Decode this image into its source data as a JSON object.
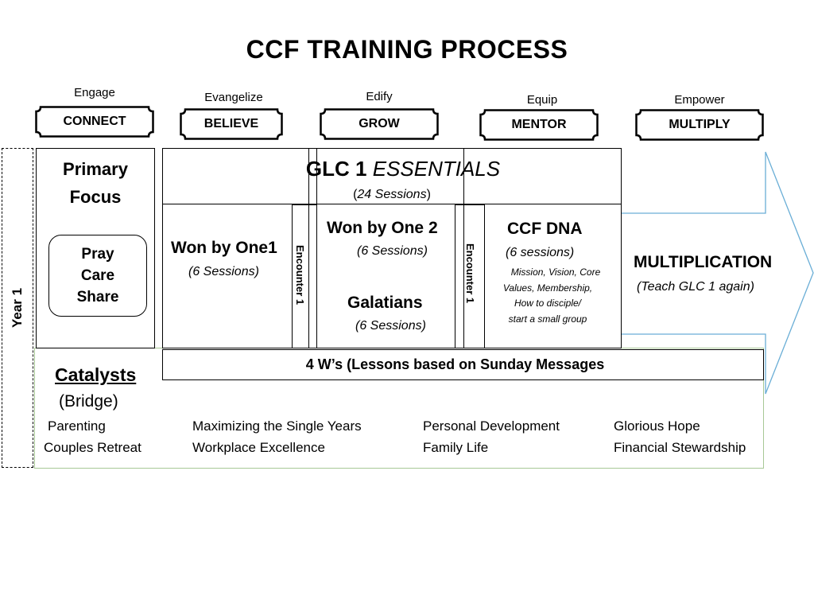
{
  "title": "CCF TRAINING PROCESS",
  "stages": [
    {
      "label": "Engage",
      "box": "CONNECT"
    },
    {
      "label": "Evangelize",
      "box": "BELIEVE"
    },
    {
      "label": "Edify",
      "box": "GROW"
    },
    {
      "label": "Equip",
      "box": "MENTOR"
    },
    {
      "label": "Empower",
      "box": "MULTIPLY"
    }
  ],
  "year_label": "Year 1",
  "primary_focus": {
    "line1": "Primary",
    "line2": "Focus",
    "items": [
      "Pray",
      "Care",
      "Share"
    ]
  },
  "glc": {
    "bold": "GLC 1",
    "italic": "ESSENTIALS",
    "sessions_open": "(",
    "sessions": "24 Sessions",
    "sessions_close": ")"
  },
  "won_by_one1": {
    "title": "Won by One1",
    "sessions": "(6 Sessions)"
  },
  "encounter_label": "Encounter 1",
  "won_by_one2": {
    "title": "Won by One 2",
    "sessions": "(6 Sessions)"
  },
  "galatians": {
    "title": "Galatians",
    "sessions": "(6 Sessions)"
  },
  "ccf_dna": {
    "title": "CCF DNA",
    "sessions": "(6 sessions)",
    "details": [
      "Mission, Vision, Core",
      "Values, Membership,",
      "How to disciple/",
      "start a small group"
    ]
  },
  "multiplication": {
    "title": "MULTIPLICATION",
    "subtitle": "(Teach GLC 1 again)"
  },
  "four_ws": "4 W’s (Lessons based on Sunday Messages",
  "catalysts": {
    "title": "Catalysts",
    "subtitle": "(Bridge)",
    "items": [
      "Parenting",
      "Couples Retreat",
      "Maximizing the Single Years",
      "Workplace Excellence",
      "Personal Development",
      "Family Life",
      "Glorious Hope",
      "Financial Stewardship"
    ]
  },
  "colors": {
    "arrow_stroke": "#6aaed6",
    "catalyst_border": "#a8c896",
    "outline": "#000000"
  }
}
